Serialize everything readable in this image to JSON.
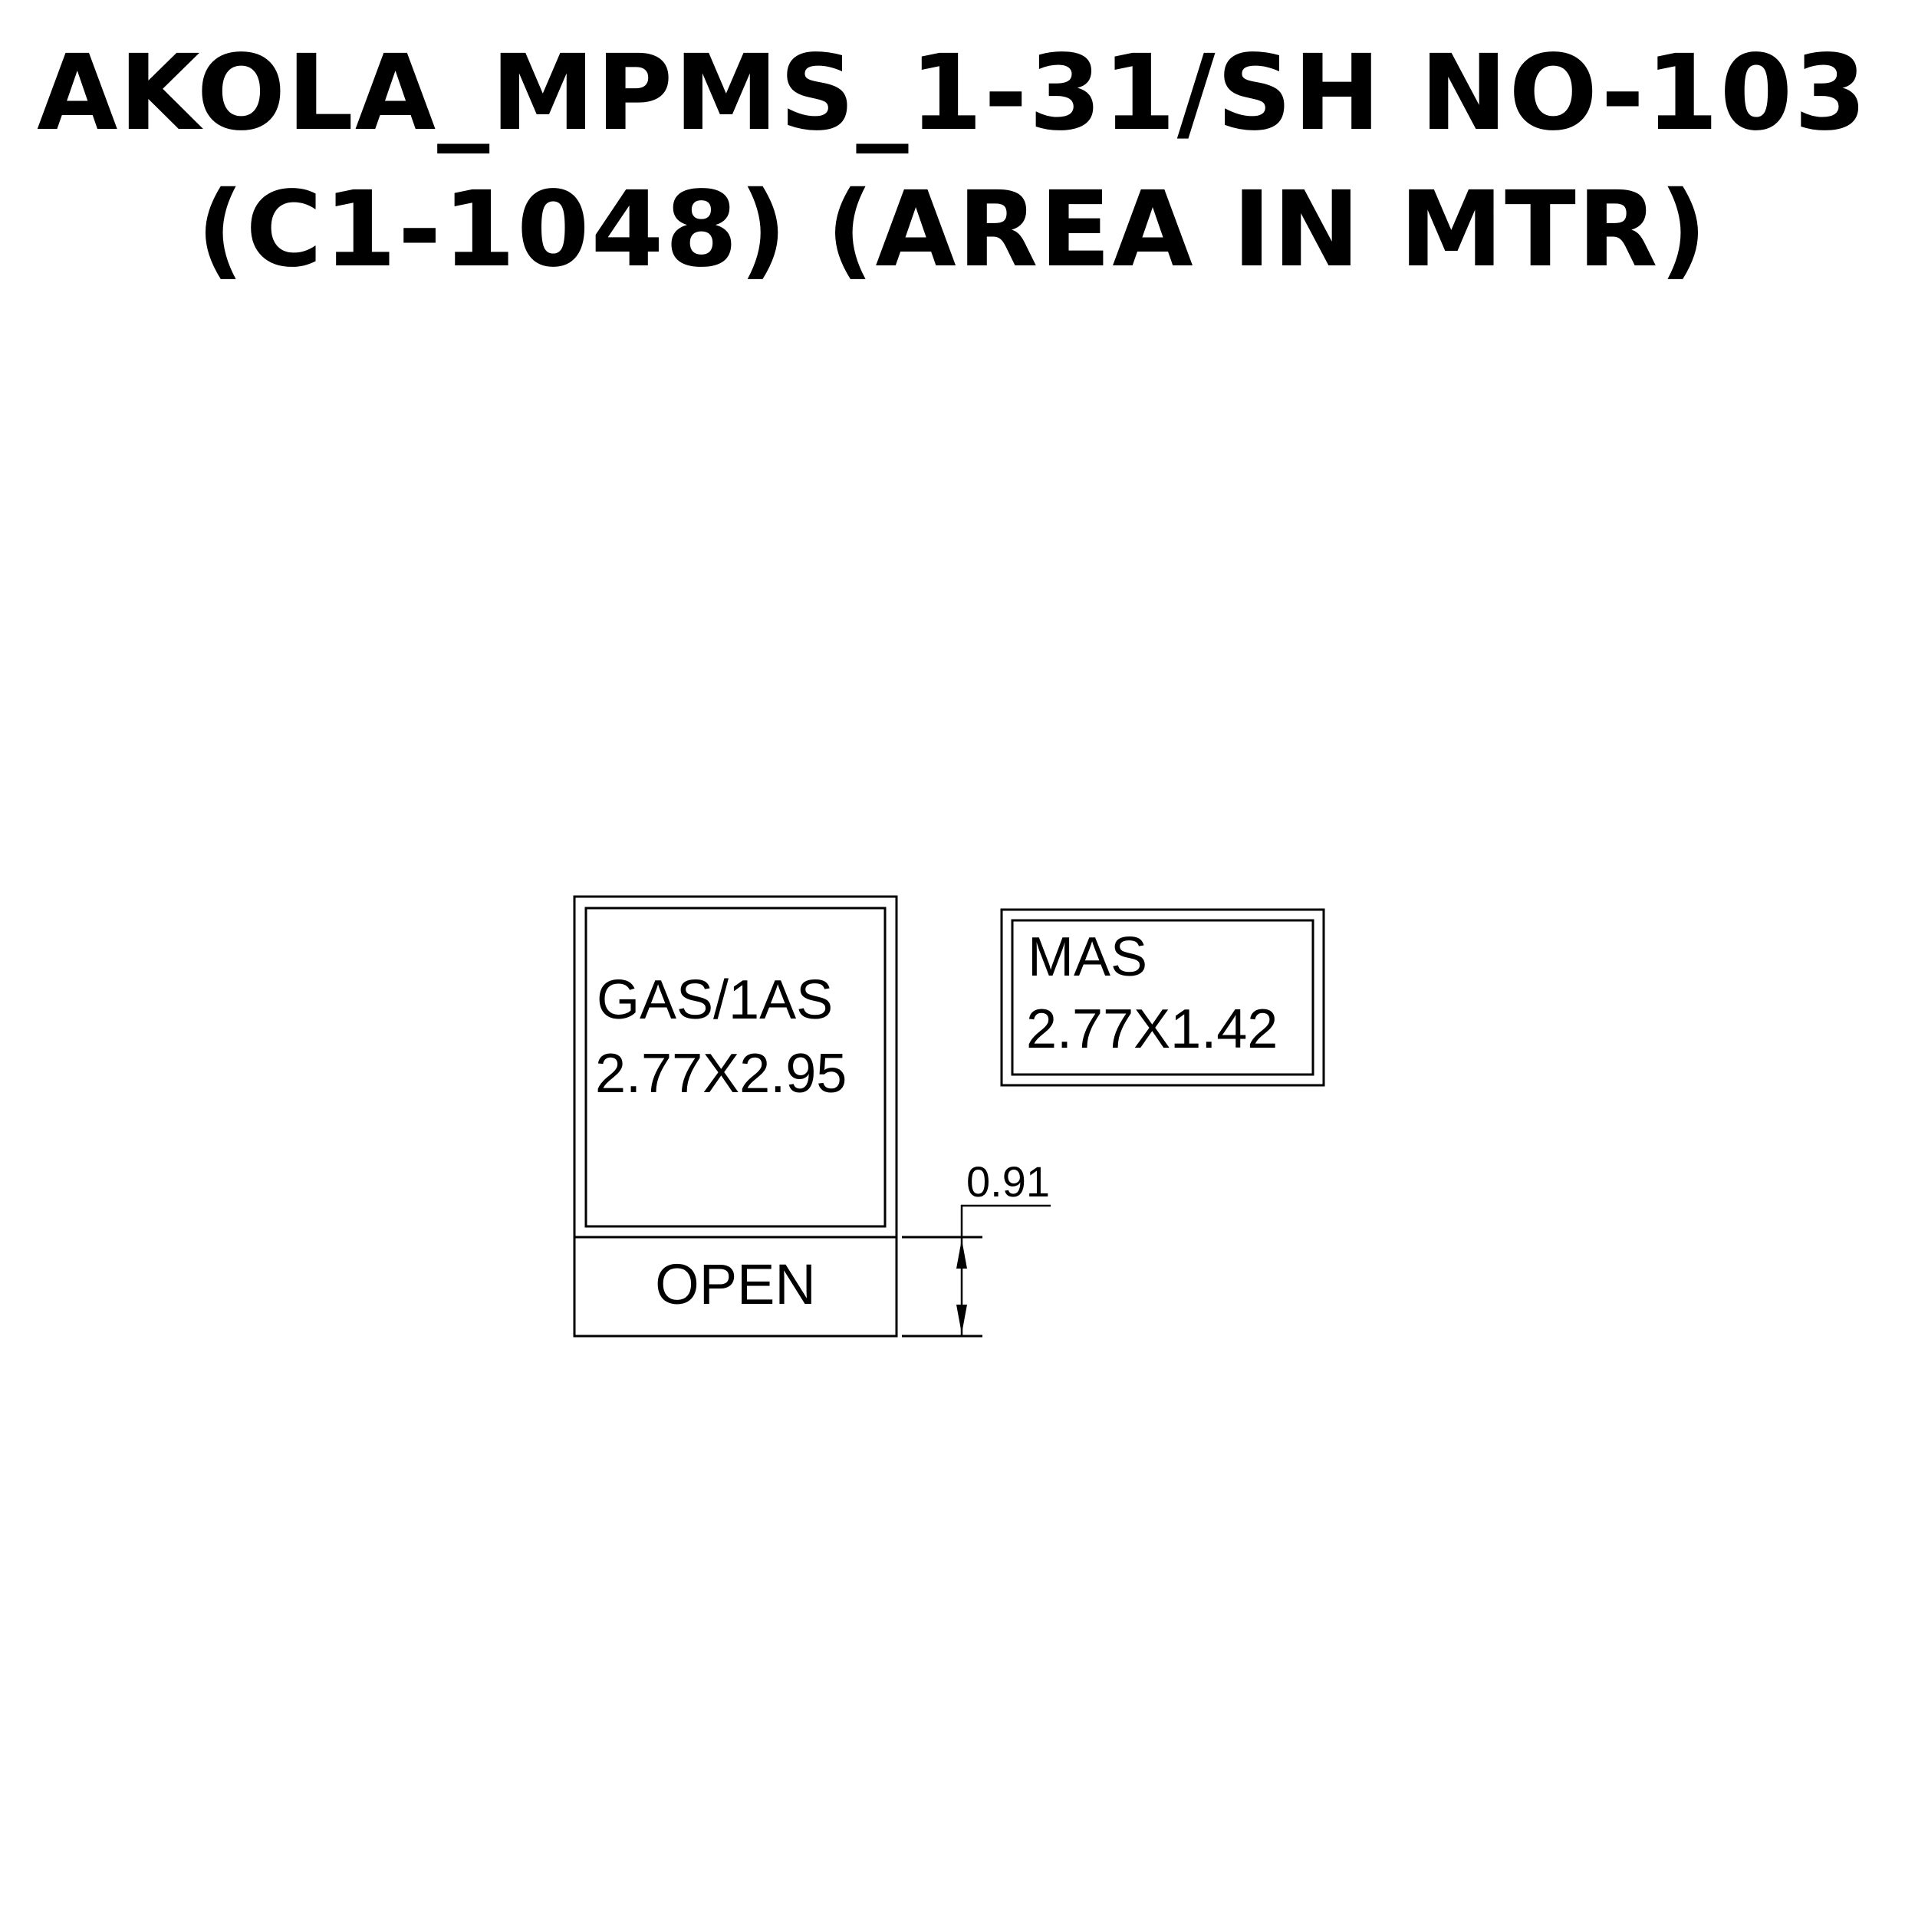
{
  "title": {
    "line1": "AKOLA_MPMS_1-31/SH NO-103",
    "line2": "(C1-1048) (AREA IN MTR)"
  },
  "rooms": {
    "gas": {
      "name": "GAS/1AS",
      "size": "2.77X2.95"
    },
    "mas": {
      "name": "MAS",
      "size": "2.77X1.42"
    },
    "open": {
      "name": "OPEN"
    }
  },
  "dimension": {
    "open_depth": "0.91"
  },
  "colors": {
    "line": "#000000",
    "background": "#ffffff"
  }
}
